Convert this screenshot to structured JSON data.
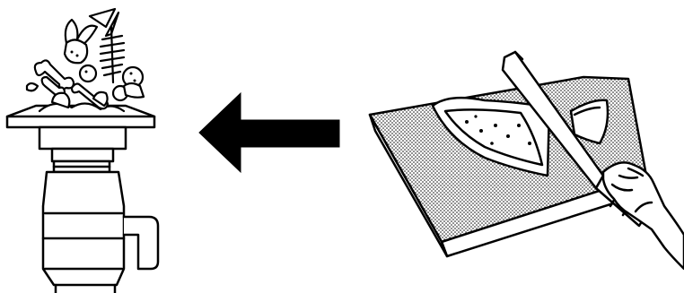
{
  "illustration": {
    "left_panel": {
      "subject": "garbage-disposal-with-food-scraps"
    },
    "arrow": {
      "direction": "left",
      "color": "#000000"
    },
    "right_panel": {
      "subject": "hand-cutting-melon-rind-on-board"
    }
  },
  "colors": {
    "ink": "#000000",
    "paper": "#ffffff",
    "stipple": "#000000"
  }
}
